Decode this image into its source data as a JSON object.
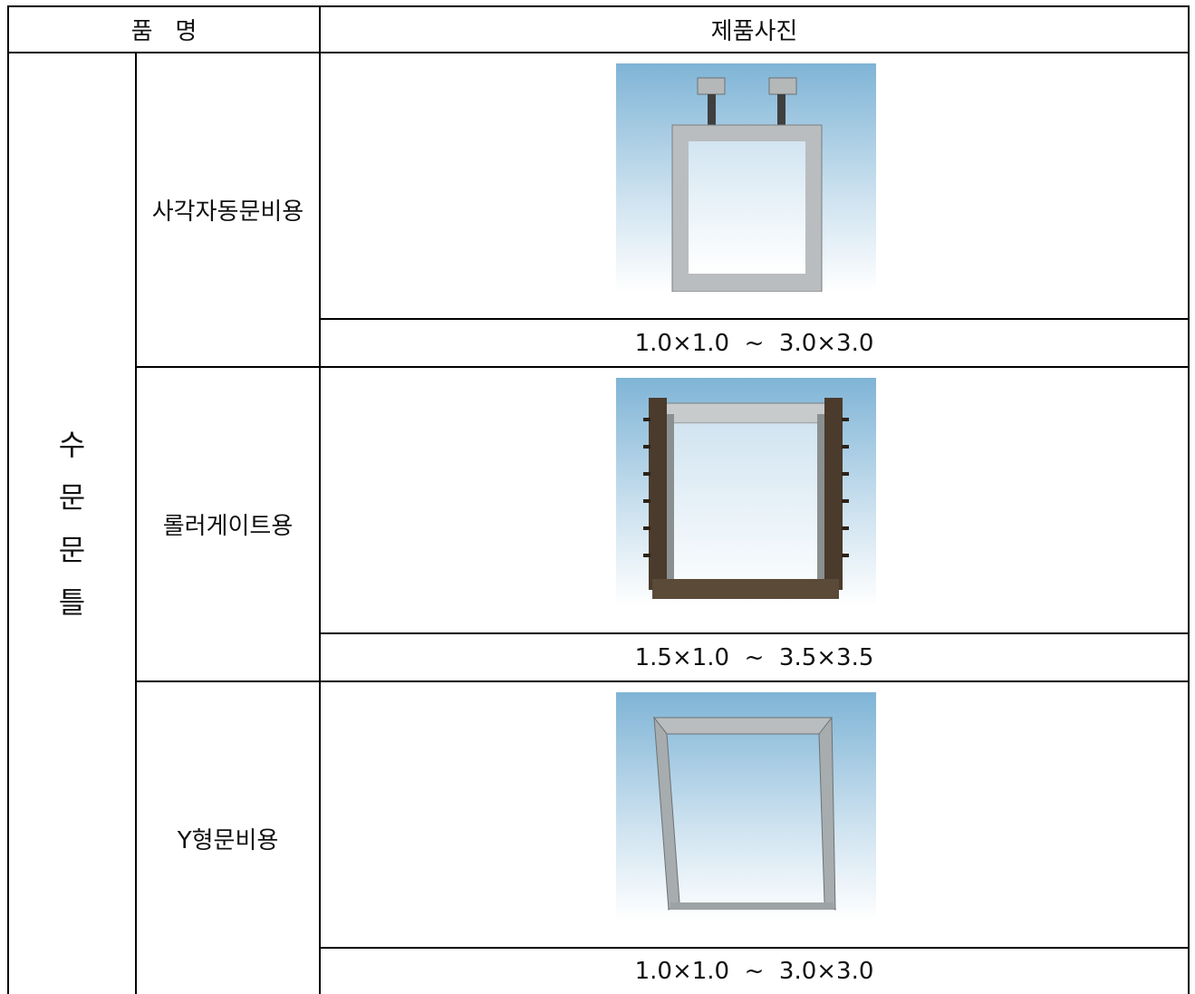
{
  "header": {
    "item_name": "품   명",
    "product_photo": "제품사진"
  },
  "category": {
    "label": "수\n문\n문\n틀",
    "chars": [
      "수",
      "문",
      "문",
      "틀"
    ]
  },
  "rows": [
    {
      "name": "사각자동문비용",
      "photo_icon": "square-gate-frame-photo",
      "size": "1.0×1.0  ~  3.0×3.0"
    },
    {
      "name": "롤러게이트용",
      "photo_icon": "roller-gate-frame-photo",
      "size": "1.5×1.0  ~  3.5×3.5"
    },
    {
      "name": "Y형문비용",
      "photo_icon": "y-gate-frame-photo",
      "size": "1.0×1.0  ~  3.0×3.0"
    }
  ],
  "colors": {
    "sky_top": "#7fb4d6",
    "sky_bottom": "#ffffff",
    "steel": "#b9bdbf",
    "steel_dark": "#555a5c"
  }
}
